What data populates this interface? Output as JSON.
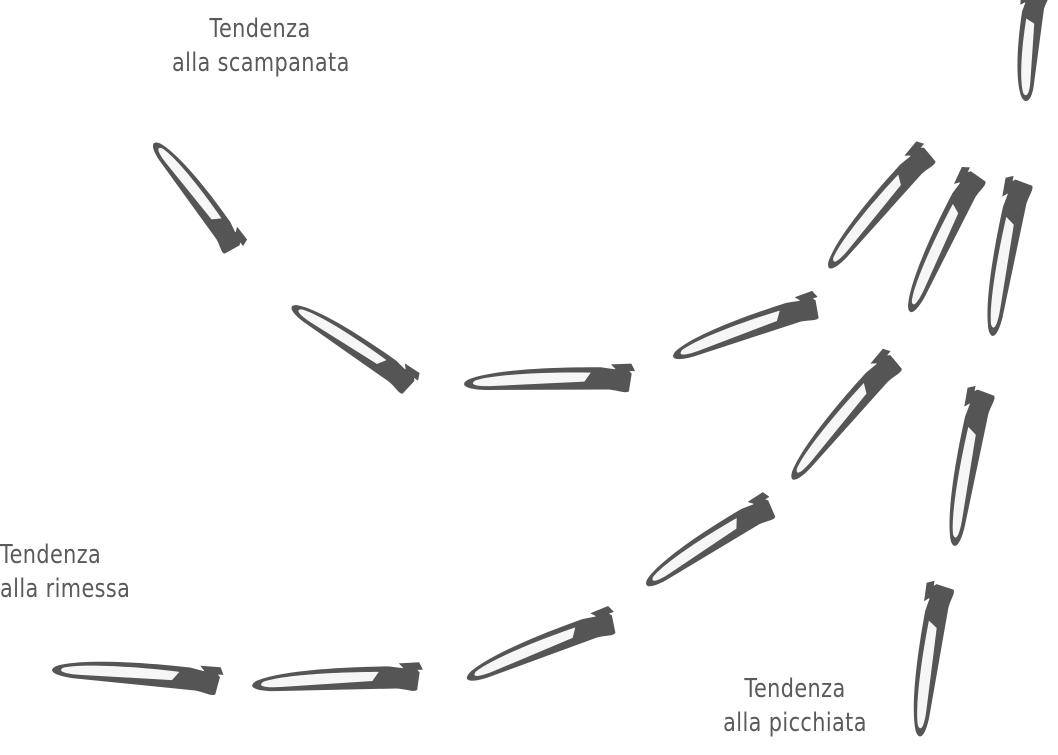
{
  "labels": {
    "flare": {
      "line1": "Tendenza",
      "line2": "alla scampanata"
    },
    "recovery": {
      "line1": "Tendenza",
      "line2": "alla rimessa"
    },
    "dive": {
      "line1": "Tendenza",
      "line2": "alla picchiata"
    }
  },
  "colors": {
    "wing_fill": "#555555",
    "wing_highlight": "#ffffff",
    "text": "#5a5a5a",
    "background": "#ffffff"
  }
}
